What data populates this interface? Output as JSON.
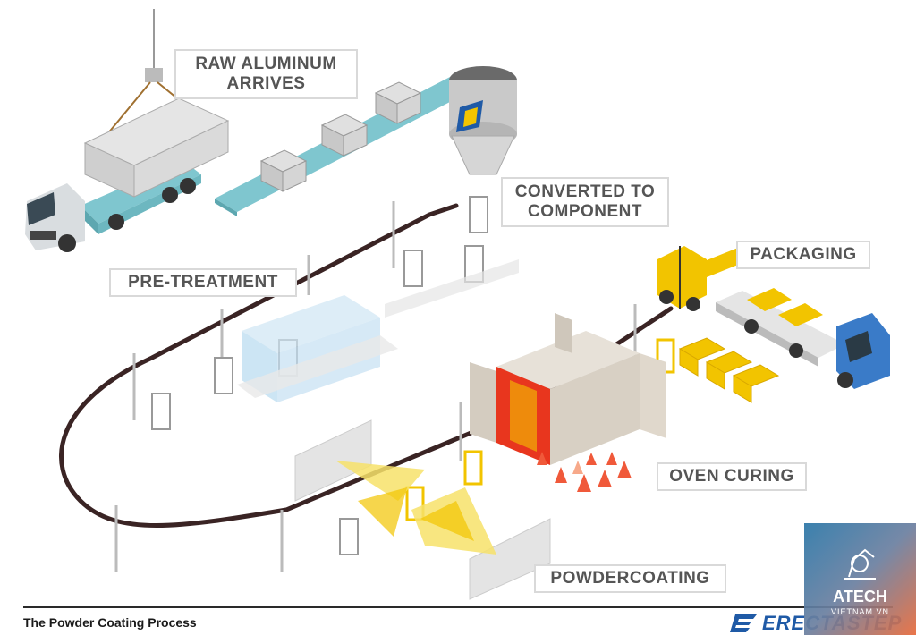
{
  "labels": {
    "raw": [
      "RAW ALUMINUM",
      "ARRIVES"
    ],
    "converted": [
      "CONVERTED TO",
      "COMPONENT"
    ],
    "pretreatment": "PRE-TREATMENT",
    "packaging": "PACKAGING",
    "oven": "OVEN CURING",
    "powder": "POWDERCOATING"
  },
  "footer": {
    "title": "The Powder Coating Process",
    "brand": "ERECTASTEP"
  },
  "watermark": {
    "name": "ATECH",
    "sub": "VIETNAM.VN"
  },
  "colors": {
    "belt": "#7fc6cf",
    "track": "#3a2424",
    "yellow": "#f2c400",
    "truck_cab": "#d9dde0",
    "oven_red": "#e8361e",
    "brand": "#1f5aa6"
  }
}
